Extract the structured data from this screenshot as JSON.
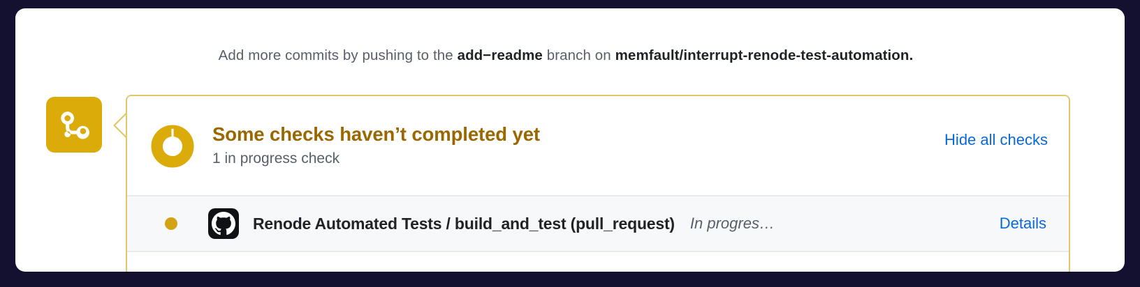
{
  "colors": {
    "page_background": "#141030",
    "card_background": "#ffffff",
    "pending_yellow": "#dbab0a",
    "pending_border": "#e3c767",
    "title_amber": "#9a6700",
    "link_blue": "#0969da",
    "muted_text": "#57606a",
    "strong_text": "#1f2328",
    "row_background": "#f7f8fa",
    "divider": "#e7e9ec"
  },
  "merge_hint": {
    "lead": "Add more commits by pushing to the",
    "branch": "add−readme",
    "middle": "branch on",
    "repository": "memfault/interrupt-renode-test-automation",
    "period": "."
  },
  "status_badge": {
    "icon": "git-pull-request-icon",
    "color": "#dbab0a"
  },
  "checks": {
    "spinner_icon": "in-progress-spinner-icon",
    "title": "Some checks haven’t completed yet",
    "subtitle": "1 in progress check",
    "hide_all_label": "Hide all checks",
    "rows": [
      {
        "status_dot": "pending-dot-icon",
        "avatar_icon": "github-octocat-icon",
        "name": "Renode Automated Tests / build_and_test (pull_request)",
        "state": "In progres…",
        "details_label": "Details"
      }
    ]
  }
}
